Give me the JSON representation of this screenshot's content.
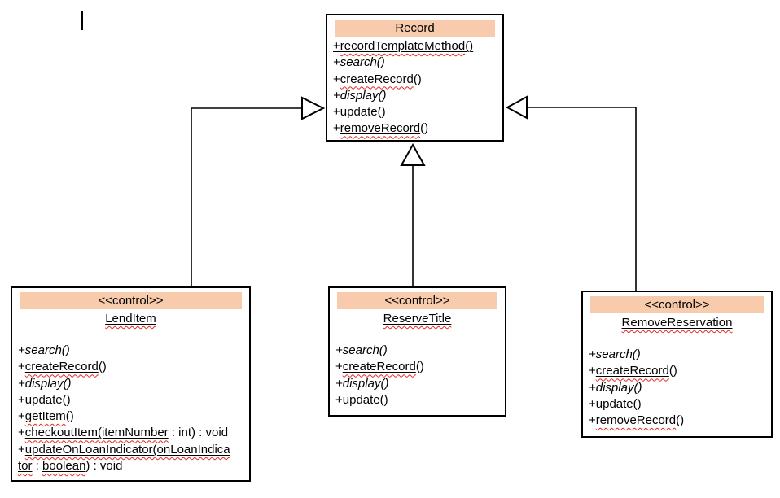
{
  "editor": {
    "cursor_visible": true
  },
  "colors": {
    "header_fill": "#F7CBAC",
    "squiggle_red": "#e02b20",
    "line_black": "#000000"
  },
  "classes": [
    {
      "id": "record",
      "stereotype": "",
      "name": "Record",
      "name_underline": false,
      "name_squiggle": false,
      "methods": [
        {
          "italic": false,
          "underline": true,
          "segments": [
            {
              "text": "+"
            },
            {
              "text": "recordTemplateMethod",
              "sq": true
            },
            {
              "text": "()"
            }
          ]
        },
        {
          "italic": true,
          "underline": false,
          "segments": [
            {
              "text": "+search()"
            }
          ]
        },
        {
          "italic": false,
          "underline": false,
          "segments": [
            {
              "text": "+"
            },
            {
              "text": "createRecord",
              "sq": true,
              "u": true
            },
            {
              "text": "()"
            }
          ]
        },
        {
          "italic": true,
          "underline": false,
          "segments": [
            {
              "text": "+display()"
            }
          ]
        },
        {
          "italic": false,
          "underline": false,
          "segments": [
            {
              "text": "+update()"
            }
          ]
        },
        {
          "italic": false,
          "underline": false,
          "segments": [
            {
              "text": "+"
            },
            {
              "text": "removeRecord",
              "sq": true,
              "u": true
            },
            {
              "text": "()"
            }
          ]
        }
      ]
    },
    {
      "id": "lenditem",
      "stereotype": "<<control>>",
      "name": "LendItem",
      "name_underline": true,
      "name_squiggle": true,
      "methods": [
        {
          "italic": true,
          "underline": false,
          "segments": [
            {
              "text": "+search()"
            }
          ]
        },
        {
          "italic": false,
          "underline": false,
          "segments": [
            {
              "text": "+"
            },
            {
              "text": "createRecord",
              "sq": true,
              "u": true
            },
            {
              "text": "()"
            }
          ]
        },
        {
          "italic": true,
          "underline": false,
          "segments": [
            {
              "text": "+display()"
            }
          ]
        },
        {
          "italic": false,
          "underline": false,
          "segments": [
            {
              "text": "+update()"
            }
          ]
        },
        {
          "italic": false,
          "underline": false,
          "segments": [
            {
              "text": "+"
            },
            {
              "text": "getItem",
              "sq": true,
              "u": true
            },
            {
              "text": "()"
            }
          ]
        },
        {
          "italic": false,
          "underline": false,
          "segments": [
            {
              "text": "+"
            },
            {
              "text": "checkoutItem(itemNumber",
              "sq": true,
              "u": true
            },
            {
              "text": " : int) : void"
            }
          ]
        },
        {
          "italic": false,
          "underline": false,
          "segments": [
            {
              "text": "+"
            },
            {
              "text": "updateOnLoanIndicator(onLoanIndica",
              "sq": true,
              "u": true
            }
          ]
        },
        {
          "italic": false,
          "underline": false,
          "segments": [
            {
              "text": "tor",
              "sq": true,
              "u": true
            },
            {
              "text": " : "
            },
            {
              "text": "boolean",
              "sq": true,
              "u": true
            },
            {
              "text": ") : void"
            }
          ]
        }
      ]
    },
    {
      "id": "reservetitle",
      "stereotype": "<<control>>",
      "name": "ReserveTitle",
      "name_underline": true,
      "name_squiggle": true,
      "methods": [
        {
          "italic": true,
          "underline": false,
          "segments": [
            {
              "text": "+search()"
            }
          ]
        },
        {
          "italic": false,
          "underline": false,
          "segments": [
            {
              "text": "+"
            },
            {
              "text": "createRecord",
              "sq": true,
              "u": true
            },
            {
              "text": "()"
            }
          ]
        },
        {
          "italic": true,
          "underline": false,
          "segments": [
            {
              "text": "+display()"
            }
          ]
        },
        {
          "italic": false,
          "underline": false,
          "segments": [
            {
              "text": "+update()"
            }
          ]
        }
      ]
    },
    {
      "id": "removereservation",
      "stereotype": "<<control>>",
      "name": "RemoveReservation",
      "name_underline": true,
      "name_squiggle": true,
      "methods": [
        {
          "italic": true,
          "underline": false,
          "segments": [
            {
              "text": "+search()"
            }
          ]
        },
        {
          "italic": false,
          "underline": false,
          "segments": [
            {
              "text": "+"
            },
            {
              "text": "createRecord",
              "sq": true,
              "u": true
            },
            {
              "text": "()"
            }
          ]
        },
        {
          "italic": true,
          "underline": false,
          "segments": [
            {
              "text": "+display()"
            }
          ]
        },
        {
          "italic": false,
          "underline": false,
          "segments": [
            {
              "text": "+update()"
            }
          ]
        },
        {
          "italic": false,
          "underline": false,
          "segments": [
            {
              "text": "+"
            },
            {
              "text": "removeRecord",
              "sq": true,
              "u": true
            },
            {
              "text": "()"
            }
          ]
        }
      ]
    }
  ],
  "relationships": [
    {
      "type": "generalization",
      "from": "LendItem",
      "to": "Record"
    },
    {
      "type": "generalization",
      "from": "ReserveTitle",
      "to": "Record"
    },
    {
      "type": "generalization",
      "from": "RemoveReservation",
      "to": "Record"
    }
  ]
}
